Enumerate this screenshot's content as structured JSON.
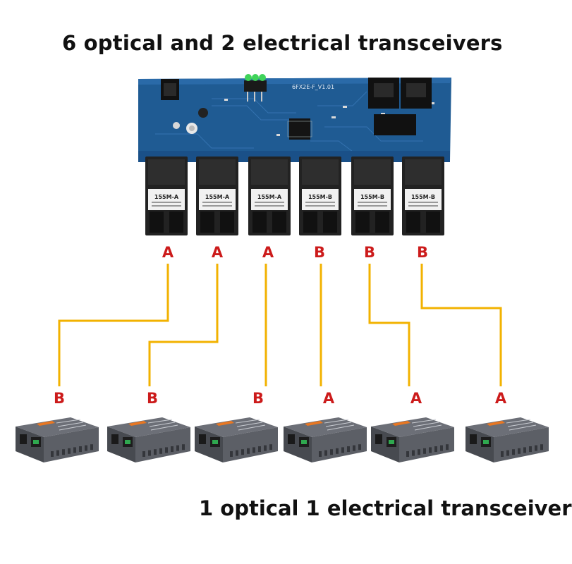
{
  "top_heading": "6 optical and 2 electrical transceivers",
  "bottom_heading": "1 optical 1 electrical transceiver",
  "board": {
    "silkscreen": "6FX2E-F_V1.01",
    "modules": [
      {
        "type": "155M-A"
      },
      {
        "type": "155M-A"
      },
      {
        "type": "155M-A"
      },
      {
        "type": "155M-B"
      },
      {
        "type": "155M-B"
      },
      {
        "type": "155M-B"
      }
    ]
  },
  "top_labels": [
    "A",
    "A",
    "A",
    "B",
    "B",
    "B"
  ],
  "bottom_labels": [
    "B",
    "B",
    "B",
    "A",
    "A",
    "A"
  ],
  "colors": {
    "pcb": "#1f5b93",
    "fiber": "#f2b200",
    "label": "#cc1b1b",
    "module": "#222222",
    "converter": "#5c5f66"
  }
}
